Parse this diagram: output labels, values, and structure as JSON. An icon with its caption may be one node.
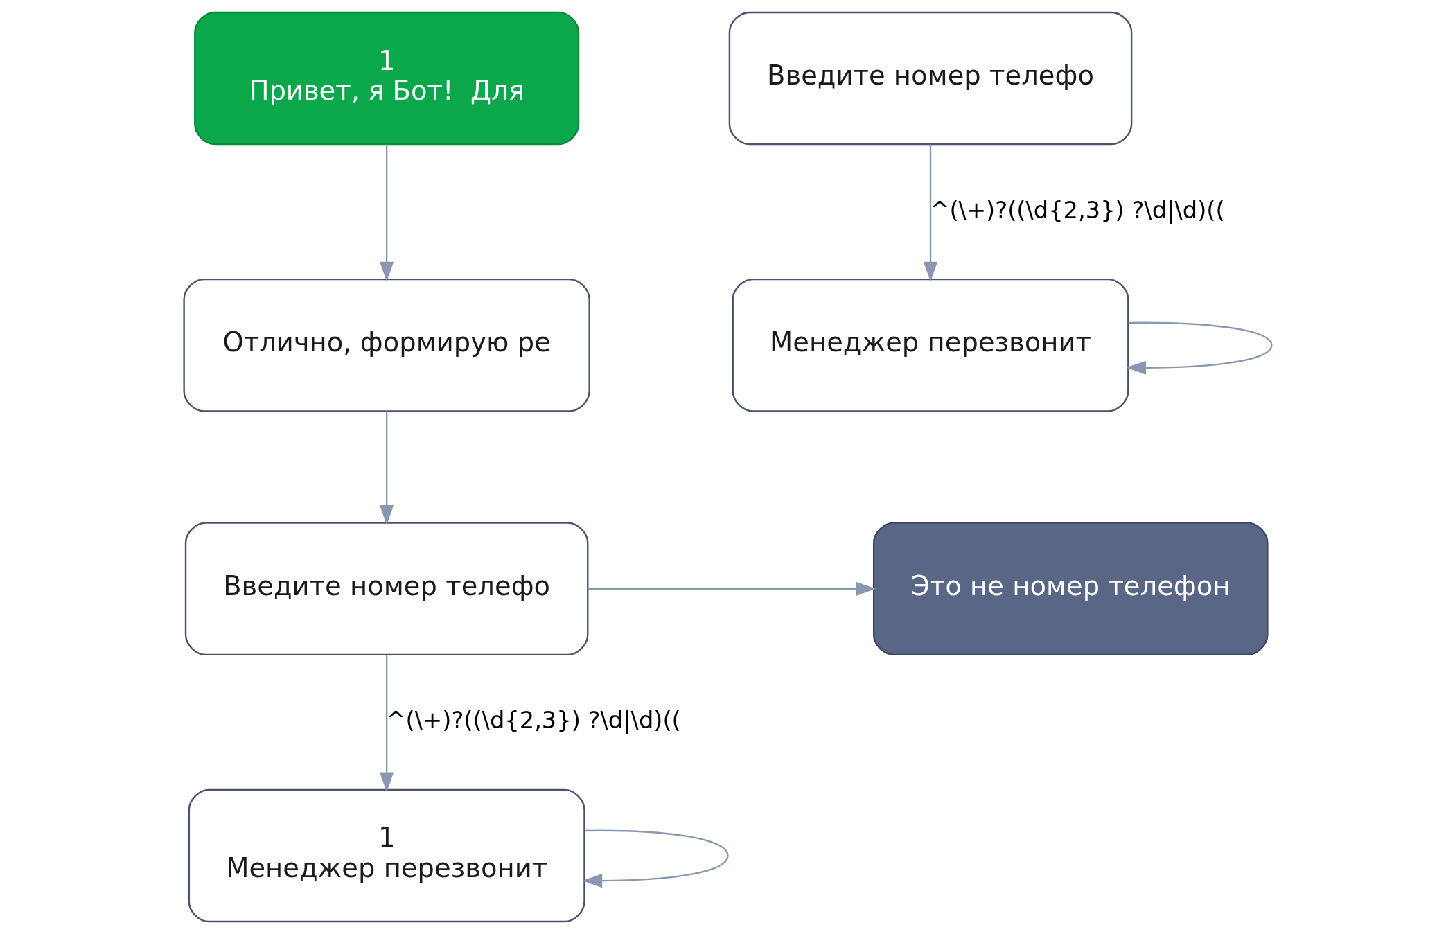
{
  "diagram": {
    "nodes": [
      {
        "text": [
          "1",
          "Привет, я Бот!  Для"
        ]
      },
      {
        "text": [
          "Отлично, формирую ре"
        ]
      },
      {
        "text": [
          "Введите номер телефо"
        ]
      },
      {
        "text": [
          "Это не номер телефон"
        ]
      },
      {
        "text": [
          "1",
          "Менеджер перезвонит"
        ]
      },
      {
        "text": [
          "Введите номер телефо"
        ]
      },
      {
        "text": [
          "Менеджер перезвонит"
        ]
      }
    ],
    "edges": [
      {
        "from": 0,
        "to": 1,
        "arrow": "to"
      },
      {
        "from": 1,
        "to": 2,
        "arrow": "to"
      },
      {
        "from": 2,
        "to": 3,
        "arrow": "to"
      },
      {
        "from": 2,
        "to": 4,
        "arrow": "to",
        "label": "^(\\+)?((\\d{2,3}) ?\\d|\\d)(("
      },
      {
        "from": 4,
        "to": 4,
        "arrow": "to"
      },
      {
        "from": 5,
        "to": 6,
        "arrow": "to",
        "label": "^(\\+)?((\\d{2,3}) ?\\d|\\d)(("
      },
      {
        "from": 6,
        "to": 6,
        "arrow": "to"
      }
    ]
  }
}
